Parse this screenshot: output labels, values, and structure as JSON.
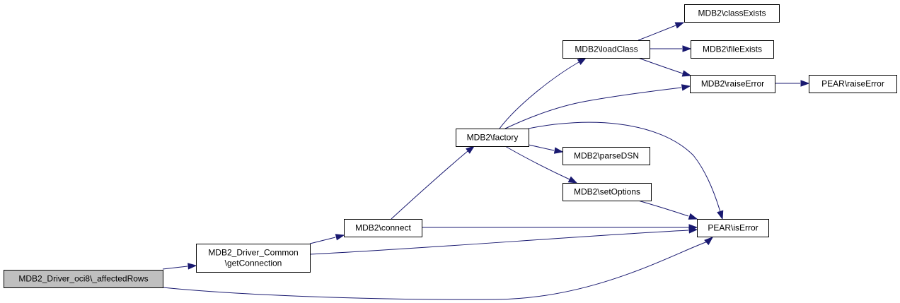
{
  "colors": {
    "node_fill": "#ffffff",
    "root_fill": "#bfbfbf",
    "node_border": "#000000",
    "edge": "#191970"
  },
  "nodes": {
    "affectedRows": {
      "lines": [
        "MDB2_Driver_oci8\\_affectedRows"
      ],
      "root": true
    },
    "getConnection": {
      "lines": [
        "MDB2_Driver_Common",
        "\\getConnection"
      ]
    },
    "connect": {
      "lines": [
        "MDB2\\connect"
      ]
    },
    "factory": {
      "lines": [
        "MDB2\\factory"
      ]
    },
    "loadClass": {
      "lines": [
        "MDB2\\loadClass"
      ]
    },
    "classExists": {
      "lines": [
        "MDB2\\classExists"
      ]
    },
    "fileExists": {
      "lines": [
        "MDB2\\fileExists"
      ]
    },
    "raiseError": {
      "lines": [
        "MDB2\\raiseError"
      ]
    },
    "pearRaiseError": {
      "lines": [
        "PEAR\\raiseError"
      ]
    },
    "parseDSN": {
      "lines": [
        "MDB2\\parseDSN"
      ]
    },
    "setOptions": {
      "lines": [
        "MDB2\\setOptions"
      ]
    },
    "isError": {
      "lines": [
        "PEAR\\isError"
      ]
    }
  },
  "edges": [
    {
      "from": "affectedRows",
      "to": "getConnection"
    },
    {
      "from": "affectedRows",
      "to": "isError"
    },
    {
      "from": "getConnection",
      "to": "connect"
    },
    {
      "from": "getConnection",
      "to": "isError"
    },
    {
      "from": "connect",
      "to": "factory"
    },
    {
      "from": "connect",
      "to": "isError"
    },
    {
      "from": "factory",
      "to": "loadClass"
    },
    {
      "from": "factory",
      "to": "raiseError"
    },
    {
      "from": "factory",
      "to": "isError"
    },
    {
      "from": "factory",
      "to": "parseDSN"
    },
    {
      "from": "factory",
      "to": "setOptions"
    },
    {
      "from": "loadClass",
      "to": "classExists"
    },
    {
      "from": "loadClass",
      "to": "fileExists"
    },
    {
      "from": "loadClass",
      "to": "raiseError"
    },
    {
      "from": "raiseError",
      "to": "pearRaiseError"
    },
    {
      "from": "setOptions",
      "to": "isError"
    }
  ]
}
